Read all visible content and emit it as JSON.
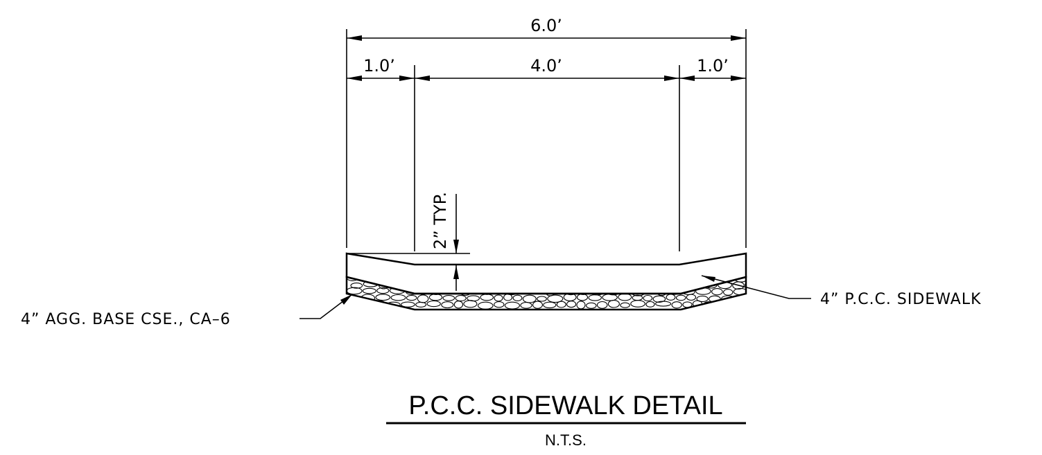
{
  "dimensions": {
    "overall": "6.0’",
    "left_edge": "1.0’",
    "center": "4.0’",
    "right_edge": "1.0’",
    "depth_typ": "2” TYP."
  },
  "callouts": {
    "sidewalk": "4” P.C.C. SIDEWALK",
    "base": "4” AGG. BASE CSE., CA–6"
  },
  "title": "P.C.C. SIDEWALK DETAIL",
  "scale_note": "N.T.S."
}
